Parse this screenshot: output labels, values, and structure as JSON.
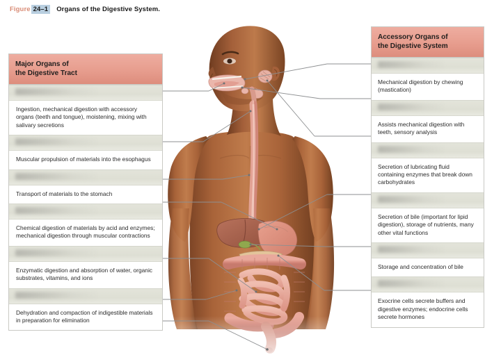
{
  "figure": {
    "label_word": "Figure",
    "number": "24–1",
    "title": "Organs of the Digestive System."
  },
  "left_panel": {
    "header": "Major Organs of\nthe Digestive Tract",
    "header_line1": "Major Organs of",
    "header_line2": "the Digestive Tract",
    "rows": [
      {
        "organ_label": "",
        "description": "Ingestion, mechanical digestion with accessory organs (teeth and tongue), moistening, mixing with salivary secretions"
      },
      {
        "organ_label": "",
        "description": "Muscular propulsion of materials into the esophagus"
      },
      {
        "organ_label": "",
        "description": "Transport of materials to the stomach"
      },
      {
        "organ_label": "",
        "description": "Chemical digestion of materials by acid and enzymes; mechanical digestion through muscular contractions"
      },
      {
        "organ_label": "",
        "description": "Enzymatic digestion and absorption of water, organic substrates, vitamins, and ions"
      },
      {
        "organ_label": "",
        "description": "Dehydration and compaction of indigestible materials in preparation for elimination"
      }
    ]
  },
  "right_panel": {
    "header_line1": "Accessory Organs of",
    "header_line2": "the Digestive System",
    "rows": [
      {
        "organ_label": "",
        "description": "Mechanical digestion by chewing (mastication)"
      },
      {
        "organ_label": "",
        "description": "Assists mechanical digestion with teeth, sensory analysis"
      },
      {
        "organ_label": "",
        "description": "Secretion of lubricating fluid containing enzymes that break down carbohydrates"
      },
      {
        "organ_label": "",
        "description": "Secretion of bile (important for lipid digestion), storage of nutrients, many other vital functions"
      },
      {
        "organ_label": "",
        "description": "Storage and concentration of bile"
      },
      {
        "organ_label": "",
        "description": "Exocrine cells secrete buffers and digestive enzymes; endocrine cells secrete hormones"
      }
    ]
  },
  "illustration": {
    "name": "male-torso-digestive-system-anatomy",
    "description": "Anterior view of a man's head, neck and torso with the digestive organs shown in place: oral cavity, salivary glands, pharynx, esophagus, stomach, liver, gallbladder, pancreas, small intestine, large intestine and rectum, with thin grey leader lines connecting each organ to the labels in the side panels."
  },
  "colors": {
    "header_salmon": "#e79d8e",
    "organ_band": "#e1e2d8",
    "panel_border": "#c9c9c4",
    "figure_word": "#d98c76",
    "figure_number_highlight": "#b9cfe0",
    "leader_line": "#8d8f91",
    "text": "#2b2b2b"
  }
}
